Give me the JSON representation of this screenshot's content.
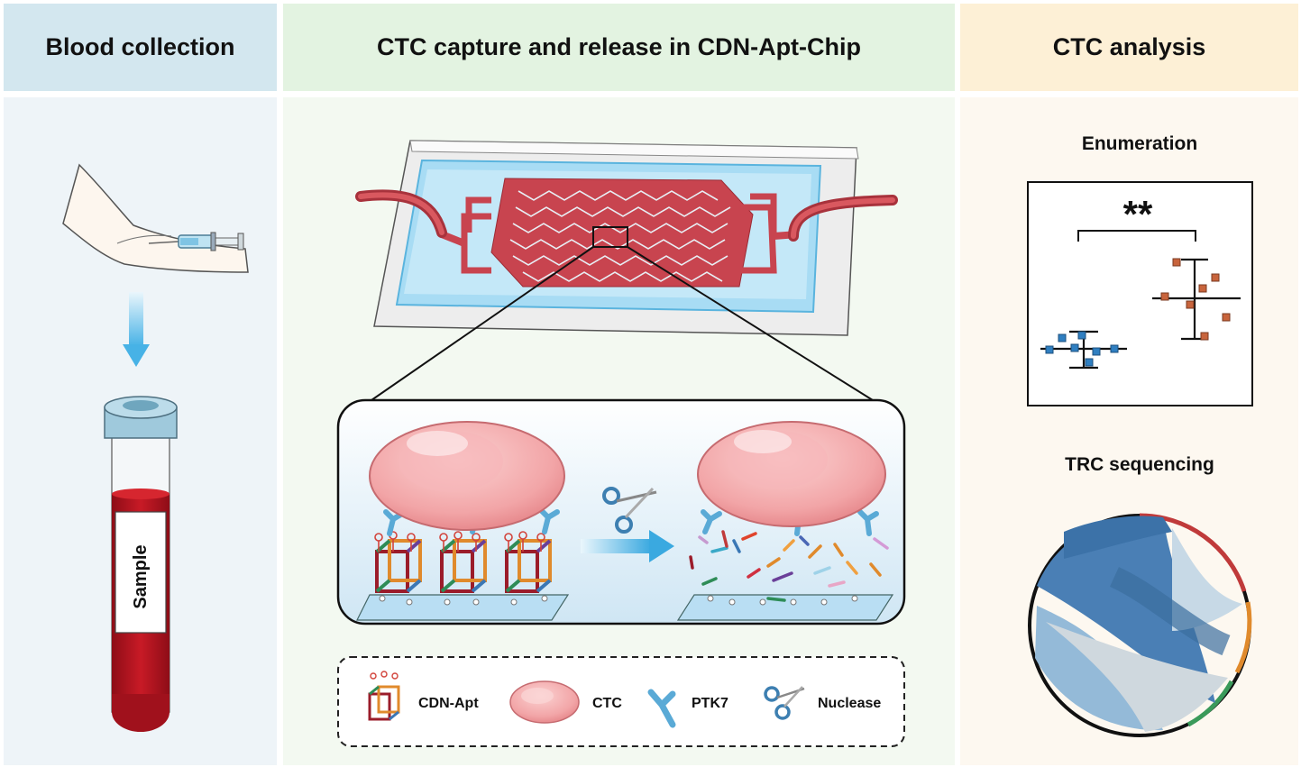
{
  "panels": {
    "blood": {
      "title": "Blood collection",
      "tube_label": "Sample"
    },
    "chip": {
      "title": "CTC capture and release in CDN-Apt-Chip"
    },
    "analysis": {
      "title": "CTC analysis",
      "enumeration_title": "Enumeration",
      "significance": "**",
      "sequencing_title": "TRC sequencing"
    }
  },
  "legend": {
    "items": [
      {
        "icon": "cdn-apt-icon",
        "label": "CDN-Apt"
      },
      {
        "icon": "ctc-cell-icon",
        "label": "CTC"
      },
      {
        "icon": "ptk7-icon",
        "label": "PTK7"
      },
      {
        "icon": "scissors-icon",
        "label": "Nuclease"
      }
    ]
  },
  "colors": {
    "blood": "#b3141f",
    "cell": "#f1a3a5",
    "receptor": "#5aaad6",
    "chip_channel": "#c8444f",
    "group_blue": "#2f7fc1",
    "group_red": "#c8643c",
    "chord_blue": "#4a7fb5"
  }
}
